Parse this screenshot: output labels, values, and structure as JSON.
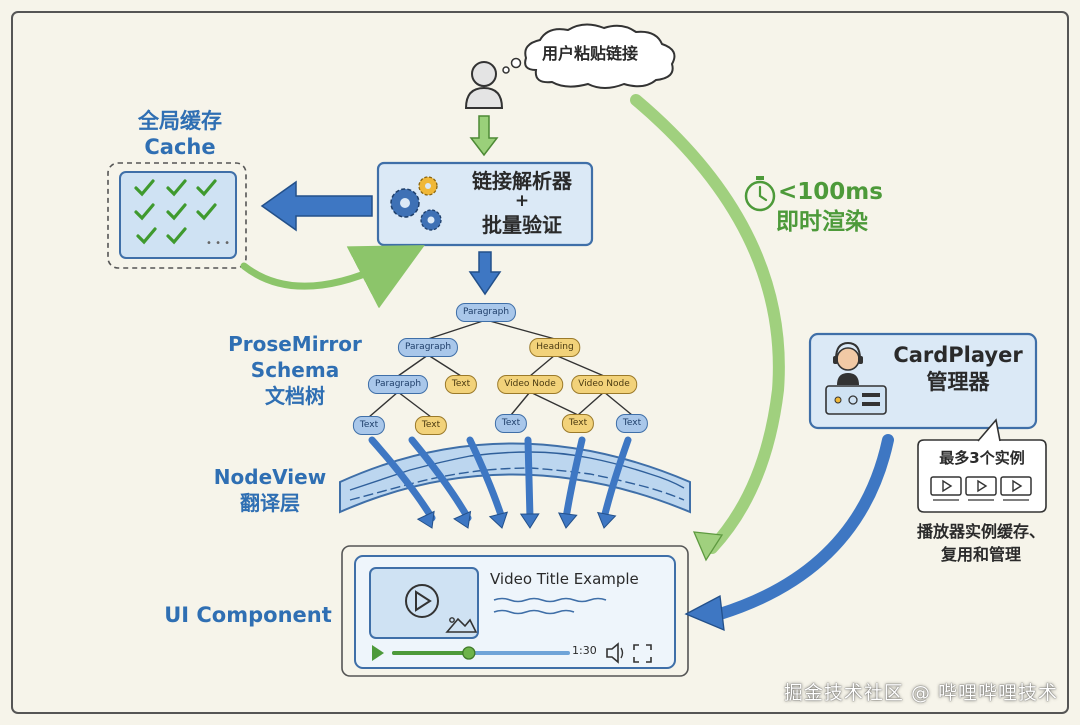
{
  "bubble": {
    "text": "用户粘贴链接"
  },
  "cache": {
    "title_cn": "全局缓存",
    "title_en": "Cache"
  },
  "parser": {
    "line1": "链接解析器",
    "plus": "+",
    "line2": "批量验证"
  },
  "timing": {
    "value": "<100ms",
    "caption": "即时渲染"
  },
  "schema": {
    "line1": "ProseMirror",
    "line2": "Schema",
    "line3": "文档树"
  },
  "tree": {
    "nodes": [
      {
        "id": "n1",
        "label": "Paragraph",
        "kind": "blue"
      },
      {
        "id": "n2",
        "label": "Paragraph",
        "kind": "blue"
      },
      {
        "id": "n3",
        "label": "Heading",
        "kind": "yellow"
      },
      {
        "id": "n4",
        "label": "Paragraph",
        "kind": "blue"
      },
      {
        "id": "n5",
        "label": "Text",
        "kind": "yellow"
      },
      {
        "id": "n6",
        "label": "Video Node",
        "kind": "yellow"
      },
      {
        "id": "n7",
        "label": "Video Node",
        "kind": "yellow"
      },
      {
        "id": "n8",
        "label": "Text",
        "kind": "blue"
      },
      {
        "id": "n9",
        "label": "Text",
        "kind": "yellow"
      },
      {
        "id": "n10",
        "label": "Text",
        "kind": "blue"
      },
      {
        "id": "n11",
        "label": "Text",
        "kind": "yellow"
      },
      {
        "id": "n12",
        "label": "Text",
        "kind": "blue"
      }
    ],
    "edges": [
      [
        "n1",
        "n2"
      ],
      [
        "n1",
        "n3"
      ],
      [
        "n2",
        "n4"
      ],
      [
        "n2",
        "n5"
      ],
      [
        "n3",
        "n6"
      ],
      [
        "n3",
        "n7"
      ],
      [
        "n4",
        "n8"
      ],
      [
        "n4",
        "n9"
      ],
      [
        "n6",
        "n10"
      ],
      [
        "n6",
        "n11"
      ],
      [
        "n7",
        "n11"
      ],
      [
        "n7",
        "n12"
      ]
    ]
  },
  "nodeview": {
    "line1": "NodeView",
    "line2": "翻译层"
  },
  "ui": {
    "label": "UI Component",
    "video_title": "Video Title Example",
    "time": "1:30"
  },
  "cardplayer": {
    "line1": "CardPlayer",
    "line2": "管理器",
    "callout": "最多3个实例",
    "note_line1": "播放器实例缓存、",
    "note_line2": "复用和管理"
  },
  "watermark": "掘金技术社区 @ 哔哩哔哩技术"
}
